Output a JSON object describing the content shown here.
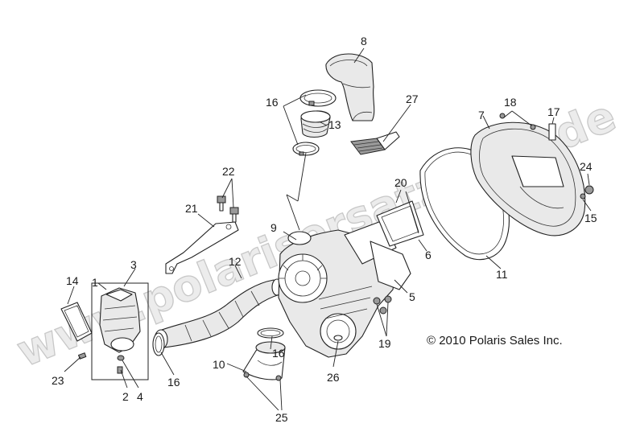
{
  "watermark": "www.polarisersatzteile.de",
  "copyright": "© 2010 Polaris Sales Inc.",
  "callouts": [
    {
      "key": "c1",
      "text": "1"
    },
    {
      "key": "c2",
      "text": "2"
    },
    {
      "key": "c3",
      "text": "3"
    },
    {
      "key": "c4",
      "text": "4"
    },
    {
      "key": "c5",
      "text": "5"
    },
    {
      "key": "c6",
      "text": "6"
    },
    {
      "key": "c7",
      "text": "7"
    },
    {
      "key": "c8",
      "text": "8"
    },
    {
      "key": "c9",
      "text": "9"
    },
    {
      "key": "c10",
      "text": "10"
    },
    {
      "key": "c11",
      "text": "11"
    },
    {
      "key": "c12",
      "text": "12"
    },
    {
      "key": "c13",
      "text": "13"
    },
    {
      "key": "c14",
      "text": "14"
    },
    {
      "key": "c15",
      "text": "15"
    },
    {
      "key": "c16a",
      "text": "16"
    },
    {
      "key": "c16b",
      "text": "16"
    },
    {
      "key": "c16c",
      "text": "16"
    },
    {
      "key": "c17",
      "text": "17"
    },
    {
      "key": "c18",
      "text": "18"
    },
    {
      "key": "c20",
      "text": "20"
    },
    {
      "key": "c19",
      "text": "19"
    },
    {
      "key": "c21",
      "text": "21"
    },
    {
      "key": "c22",
      "text": "22"
    },
    {
      "key": "c23",
      "text": "23"
    },
    {
      "key": "c24",
      "text": "24"
    },
    {
      "key": "c25",
      "text": "25"
    },
    {
      "key": "c26",
      "text": "26"
    },
    {
      "key": "c27",
      "text": "27"
    }
  ]
}
